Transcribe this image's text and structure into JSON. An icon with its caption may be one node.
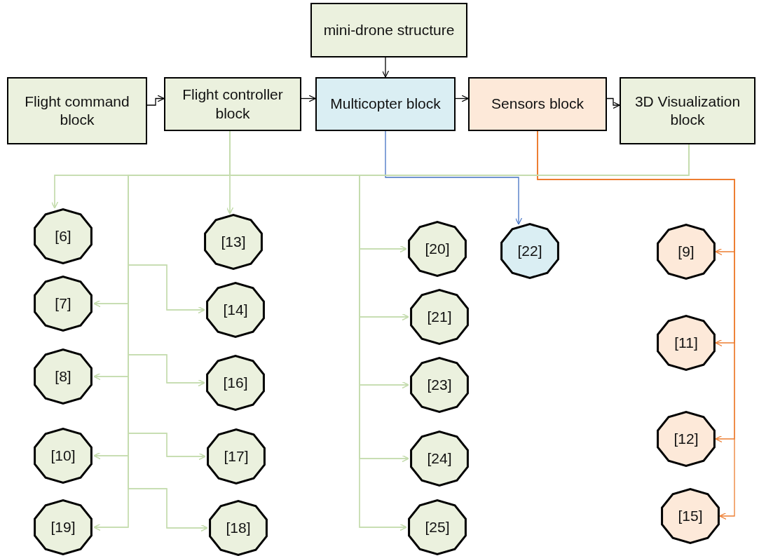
{
  "diagram": {
    "nodes": [
      {
        "text": [
          "mini-drone structure"
        ]
      },
      {
        "text": [
          "Flight command block"
        ]
      },
      {
        "text": [
          "Flight controller block"
        ]
      },
      {
        "text": [
          "Multicopter block"
        ]
      },
      {
        "text": [
          "Sensors block"
        ]
      },
      {
        "text": [
          "3D Visualization block"
        ]
      },
      {
        "text": [
          "[6]"
        ]
      },
      {
        "text": [
          "[7]"
        ]
      },
      {
        "text": [
          "[8]"
        ]
      },
      {
        "text": [
          "[10]"
        ]
      },
      {
        "text": [
          "[19]"
        ]
      },
      {
        "text": [
          "[13]"
        ]
      },
      {
        "text": [
          "[14]"
        ]
      },
      {
        "text": [
          "[16]"
        ]
      },
      {
        "text": [
          "[17]"
        ]
      },
      {
        "text": [
          "[18]"
        ]
      },
      {
        "text": [
          "[20]"
        ]
      },
      {
        "text": [
          "[21]"
        ]
      },
      {
        "text": [
          "[23]"
        ]
      },
      {
        "text": [
          "[24]"
        ]
      },
      {
        "text": [
          "[25]"
        ]
      },
      {
        "text": [
          "[22]"
        ]
      },
      {
        "text": [
          "[9]"
        ]
      },
      {
        "text": [
          "[11]"
        ]
      },
      {
        "text": [
          "[12]"
        ]
      },
      {
        "text": [
          "[15]"
        ]
      }
    ],
    "edges": [
      {
        "from": 0,
        "to": 3,
        "arrow": "to",
        "color": "#000000"
      },
      {
        "from": 1,
        "to": 2,
        "arrow": "to",
        "color": "#000000"
      },
      {
        "from": 2,
        "to": 3,
        "arrow": "to",
        "color": "#000000"
      },
      {
        "from": 3,
        "to": 4,
        "arrow": "to",
        "color": "#000000"
      },
      {
        "from": 4,
        "to": 5,
        "arrow": "to",
        "color": "#000000"
      },
      {
        "from": 3,
        "to": 21,
        "arrow": "to",
        "color": "#4472c4"
      },
      {
        "from": 4,
        "to": 22,
        "arrow": "to",
        "color": "#ed7d31"
      },
      {
        "from": 4,
        "to": 23,
        "arrow": "to",
        "color": "#ed7d31"
      },
      {
        "from": 4,
        "to": 24,
        "arrow": "to",
        "color": "#ed7d31"
      },
      {
        "from": 4,
        "to": 25,
        "arrow": "to",
        "color": "#ed7d31"
      },
      {
        "from": 2,
        "to": 6,
        "arrow": "to"
      },
      {
        "from": 2,
        "to": 7,
        "arrow": "to"
      },
      {
        "from": 2,
        "to": 8,
        "arrow": "to"
      },
      {
        "from": 2,
        "to": 9,
        "arrow": "to"
      },
      {
        "from": 2,
        "to": 10,
        "arrow": "to"
      },
      {
        "from": 2,
        "to": 11,
        "arrow": "to"
      },
      {
        "from": 2,
        "to": 12,
        "arrow": "to"
      },
      {
        "from": 2,
        "to": 13,
        "arrow": "to"
      },
      {
        "from": 2,
        "to": 14,
        "arrow": "to"
      },
      {
        "from": 2,
        "to": 15,
        "arrow": "to"
      },
      {
        "from": 2,
        "to": 16,
        "arrow": "to"
      },
      {
        "from": 2,
        "to": 17,
        "arrow": "to"
      },
      {
        "from": 2,
        "to": 18,
        "arrow": "to"
      },
      {
        "from": 2,
        "to": 19,
        "arrow": "to"
      },
      {
        "from": 2,
        "to": 20,
        "arrow": "to"
      },
      {
        "from": 5,
        "to": 6,
        "arrow": "to"
      },
      {
        "from": 5,
        "to": 7,
        "arrow": "to"
      },
      {
        "from": 5,
        "to": 8,
        "arrow": "to"
      },
      {
        "from": 5,
        "to": 9,
        "arrow": "to"
      },
      {
        "from": 5,
        "to": 10,
        "arrow": "to"
      },
      {
        "from": 5,
        "to": 11,
        "arrow": "to"
      },
      {
        "from": 5,
        "to": 12,
        "arrow": "to"
      },
      {
        "from": 5,
        "to": 13,
        "arrow": "to"
      },
      {
        "from": 5,
        "to": 14,
        "arrow": "to"
      },
      {
        "from": 5,
        "to": 15,
        "arrow": "to"
      },
      {
        "from": 5,
        "to": 16,
        "arrow": "to"
      },
      {
        "from": 5,
        "to": 17,
        "arrow": "to"
      },
      {
        "from": 5,
        "to": 18,
        "arrow": "to"
      },
      {
        "from": 5,
        "to": 19,
        "arrow": "to"
      },
      {
        "from": 5,
        "to": 20,
        "arrow": "to"
      }
    ]
  }
}
